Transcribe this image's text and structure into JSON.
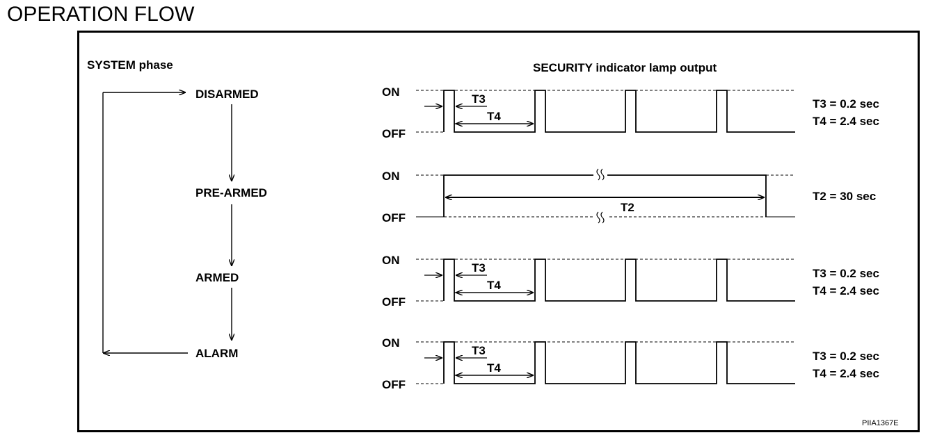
{
  "title": "OPERATION FLOW",
  "left_header": "SYSTEM phase",
  "right_header": "SECURITY indicator lamp output",
  "phases": [
    "DISARMED",
    "PRE-ARMED",
    "ARMED",
    "ALARM"
  ],
  "on_label": "ON",
  "off_label": "OFF",
  "t3_label": "T3",
  "t4_label": "T4",
  "t2_label": "T2",
  "notes": {
    "disarmed": [
      "T3 = 0.2 sec",
      "T4 = 2.4 sec"
    ],
    "prearmed": [
      "T2 = 30 sec"
    ],
    "armed": [
      "T3 = 0.2 sec",
      "T4 = 2.4 sec"
    ],
    "alarm": [
      "T3 = 0.2 sec",
      "T4 = 2.4 sec"
    ]
  },
  "figure_code": "PIIA1367E"
}
